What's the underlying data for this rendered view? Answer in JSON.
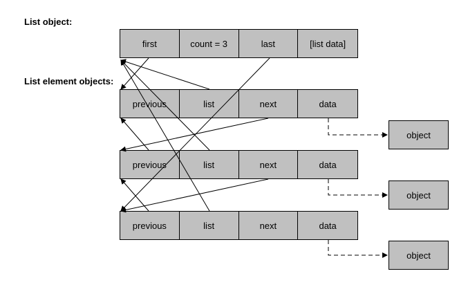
{
  "headings": {
    "list_object": "List object:",
    "list_element_objects": "List element objects:"
  },
  "list_object": {
    "cells": [
      "first",
      "count = 3",
      "last",
      "[list data]"
    ]
  },
  "elements": [
    {
      "cells": [
        "previous",
        "list",
        "next",
        "data"
      ]
    },
    {
      "cells": [
        "previous",
        "list",
        "next",
        "data"
      ]
    },
    {
      "cells": [
        "previous",
        "list",
        "next",
        "data"
      ]
    }
  ],
  "objects": [
    "object",
    "object",
    "object"
  ]
}
